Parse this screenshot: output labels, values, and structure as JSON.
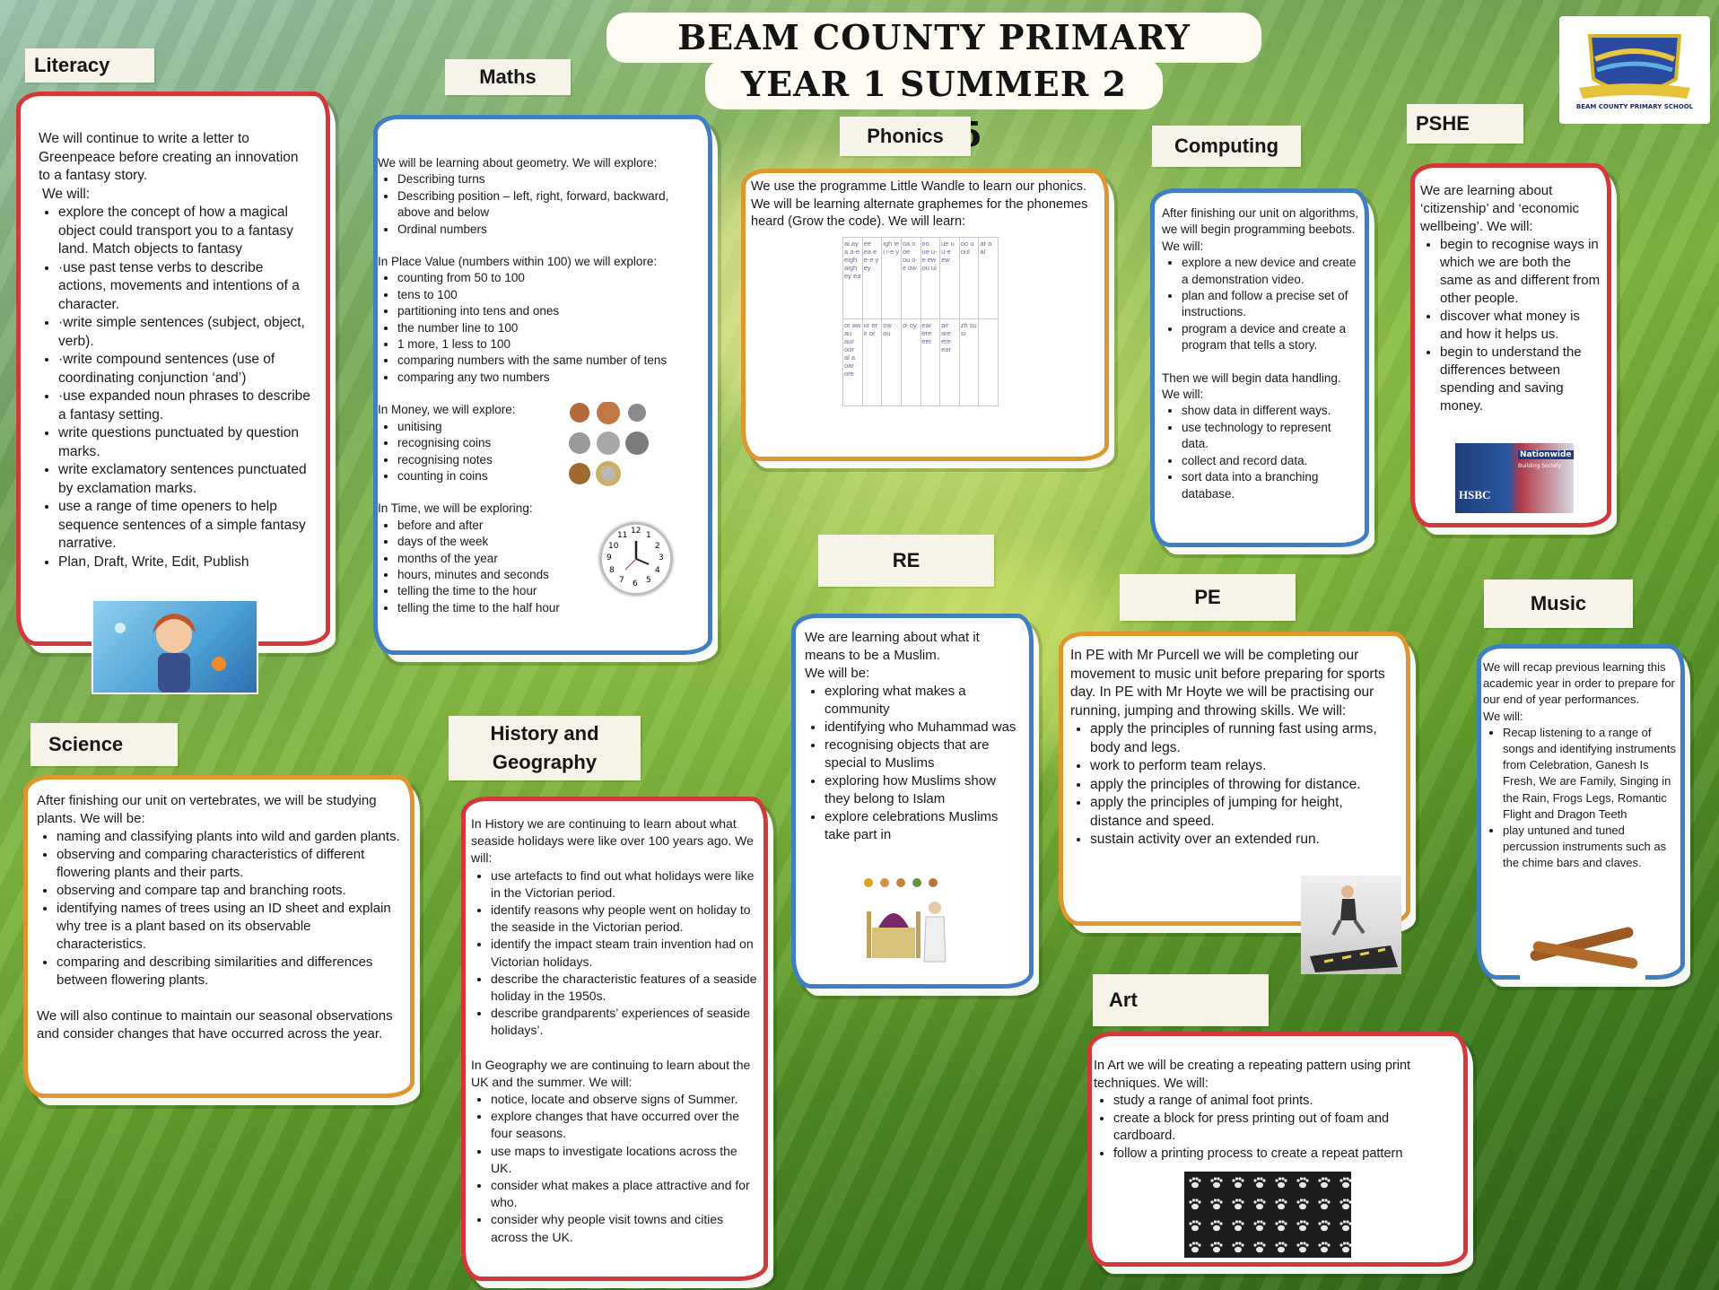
{
  "header": {
    "line1": "BEAM COUNTY PRIMARY SCHOOL",
    "line2": "YEAR 1 SUMMER 2 2025",
    "logo_text": "BEAM COUNTY PRIMARY SCHOOL"
  },
  "literacy": {
    "title": "Literacy",
    "intro": "We will continue to write a letter to Greenpeace before creating an innovation to a fantasy story.",
    "will": "We will:",
    "items": [
      "explore the concept of how a magical object could transport you to a fantasy land. Match objects to fantasy",
      "·use past tense verbs to describe actions, movements and intentions of a character.",
      "·write simple sentences (subject, object, verb).",
      "·write compound sentences (use of coordinating conjunction ‘and’)",
      "·use expanded noun phrases to describe a fantasy setting.",
      "write questions punctuated by question marks.",
      "write exclamatory sentences punctuated by exclamation marks.",
      "use a range of time openers to help sequence sentences of a simple fantasy narrative.",
      "Plan, Draft, Write, Edit, Publish"
    ]
  },
  "maths": {
    "title": "Maths",
    "geometry_intro": "We will be learning about geometry. We will explore:",
    "geometry_items": [
      "Describing turns",
      "Describing position – left, right, forward, backward, above and below",
      "Ordinal numbers"
    ],
    "place_value_intro": "In Place Value (numbers within 100) we will explore:",
    "place_value_items": [
      "counting from 50 to 100",
      "tens to 100",
      "partitioning into tens and ones",
      "the number line to 100",
      "1 more, 1 less to 100",
      "comparing numbers with the same number of tens",
      "comparing any two numbers"
    ],
    "money_intro": "In Money, we will explore:",
    "money_items": [
      "unitising",
      "recognising coins",
      "recognising notes",
      "counting in coins"
    ],
    "time_intro": "In Time, we will be exploring:",
    "time_items": [
      "before and after",
      "days of the week",
      "months of the year",
      "hours, minutes and seconds",
      "telling the time to the hour",
      "telling the time to the half hour"
    ],
    "clock_numbers": [
      "12",
      "1",
      "2",
      "3",
      "4",
      "5",
      "6",
      "7",
      "8",
      "9",
      "10",
      "11"
    ]
  },
  "phonics": {
    "title": "Phonics",
    "text": "We use the programme Little Wandle to learn our phonics. We will be learning alternate graphemes for the phonemes heard (Grow the code). We will learn:",
    "grid_row1": [
      "ai ay a a-e eigh aigh ey ea",
      "ee ea e e-e y ey",
      "igh ie i i-e y",
      "oa o oe ou o-e ow",
      "oo ue u-e ew ou ui",
      "ue u u-e ew",
      "oo u oul",
      "ar a al"
    ],
    "grid_row2": [
      "or aw au aur oor al a oar ore",
      "ur er ir or",
      "ow ou",
      "oi oy",
      "ear ere eer",
      "air are ere ear",
      "zh su si",
      ""
    ]
  },
  "computing": {
    "title": "Computing",
    "intro": "After finishing our unit on algorithms, we will begin programming beebots. We will:",
    "items1": [
      "explore a new device and create a demonstration video.",
      "plan and follow a precise set of instructions.",
      "program a device and create a program that tells a story."
    ],
    "intro2": "Then we will begin data handling. We will:",
    "items2": [
      "show data in different ways.",
      "use technology to represent data.",
      "collect and record data.",
      "sort data into a branching database."
    ]
  },
  "pshe": {
    "title": "PSHE",
    "intro": "We are learning about ‘citizenship’ and ‘economic wellbeing’. We will:",
    "items": [
      "begin to recognise ways in which we are both the same as and different from other people.",
      "discover what money is and how it helps us.",
      "begin to understand the differences between spending and saving money."
    ],
    "bank_labels": [
      "Nationwide",
      "Building Society",
      "HSBC"
    ]
  },
  "re": {
    "title": "RE",
    "intro": "We are learning about what it means to be a Muslim.",
    "will": "We will be:",
    "items": [
      "exploring what makes a community",
      "identifying who Muhammad was",
      "recognising objects that are special to Muslims",
      "exploring how Muslims show they belong to Islam",
      "explore celebrations Muslims take part in"
    ]
  },
  "pe": {
    "title": "PE",
    "intro": "In PE with Mr Purcell we will be completing our movement to music unit before preparing for sports day. In PE with Mr Hoyte we will be practising our running, jumping and throwing skills. We will:",
    "items": [
      "apply the principles of running fast using arms, body and legs.",
      "work to perform team relays.",
      "apply the principles of throwing for distance.",
      "apply the principles of jumping for height, distance and speed.",
      "sustain activity over an extended run."
    ]
  },
  "music": {
    "title": "Music",
    "intro": "We will recap previous learning this academic year in order to prepare for our end of year performances.",
    "will": "We will:",
    "items": [
      "Recap listening to a range of songs and identifying instruments from Celebration, Ganesh Is Fresh, We are Family, Singing in the Rain, Frogs Legs, Romantic Flight and Dragon Teeth",
      "play untuned and tuned percussion instruments such as the chime bars and claves."
    ]
  },
  "science": {
    "title": "Science",
    "intro": "After finishing our unit on vertebrates, we will be studying plants. We will be:",
    "items": [
      "naming and classifying plants into wild and garden plants.",
      "observing and comparing characteristics of different flowering plants and their parts.",
      "observing and compare tap and branching roots.",
      "identifying names of trees using an ID sheet and explain why tree is a plant based on its observable characteristics.",
      "comparing and describing similarities and differences between flowering plants."
    ],
    "outro": "We will also continue to maintain our seasonal observations and consider changes that have occurred across the year."
  },
  "history": {
    "title": "History and Geography",
    "history_intro": "In History we are continuing to learn about what seaside holidays were like over 100 years ago. We will:",
    "history_items": [
      "use artefacts to find out what holidays were like in the Victorian period.",
      "identify reasons why people went on holiday to the seaside in the Victorian period.",
      "identify the impact steam train invention had on Victorian holidays.",
      "describe the characteristic features of a seaside holiday in the 1950s.",
      "describe grandparents’ experiences of seaside holidays’."
    ],
    "geo_intro": "In Geography we are continuing to learn about the UK and the summer. We will:",
    "geo_items": [
      "notice, locate and observe signs of Summer.",
      "explore changes that have occurred over the four seasons.",
      "use maps to investigate locations across the UK.",
      "consider what makes a place attractive and for who.",
      "consider why people visit towns and cities across the UK."
    ]
  },
  "art": {
    "title": "Art",
    "intro": "In Art we will be creating a repeating pattern using print techniques. We will:",
    "items": [
      "study a range of animal foot prints.",
      "create a block for press printing out of foam and cardboard.",
      "follow a printing process to create a repeat pattern"
    ]
  }
}
